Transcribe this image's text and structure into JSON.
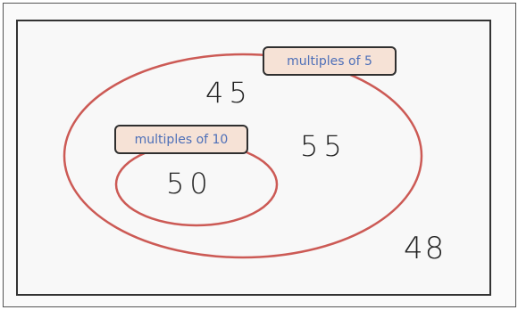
{
  "diagram": {
    "sets": [
      {
        "label": "multiples of 5",
        "count_only": "55"
      },
      {
        "label": "multiples of 10",
        "count": "50"
      }
    ],
    "labels": {
      "multiples_of_5": "multiples of 5",
      "multiples_of_10": "multiples of 10"
    },
    "regions": {
      "top_of_outer": "45",
      "outer_only": "55",
      "inner": "50",
      "outside": "48"
    }
  },
  "colors": {
    "ellipse_stroke": "#cc5a55",
    "label_fill": "#f6e2d6",
    "label_text": "#4d6fb8",
    "frame": "#333333",
    "handwriting": "#222222"
  }
}
